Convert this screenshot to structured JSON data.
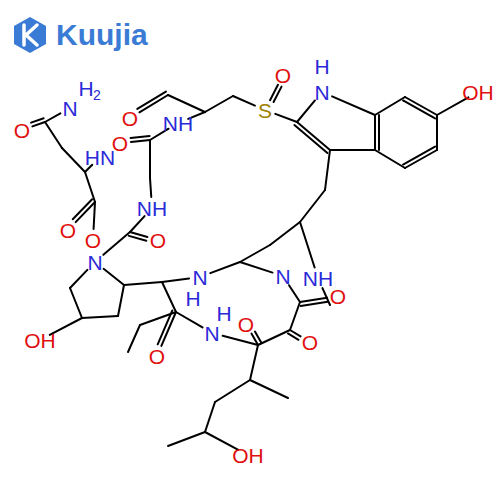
{
  "diagram": {
    "labels": [
      "Kuujia",
      "O",
      "H",
      "N",
      "OH",
      "S",
      "H",
      "2",
      "N",
      "O",
      "NH",
      "O",
      "O",
      "HN",
      "NH",
      "O",
      "O",
      "N",
      "O",
      "N",
      "H",
      "N",
      "NH",
      "O",
      "OH",
      "N",
      "H",
      "O",
      "O",
      "O",
      "OH"
    ]
  }
}
